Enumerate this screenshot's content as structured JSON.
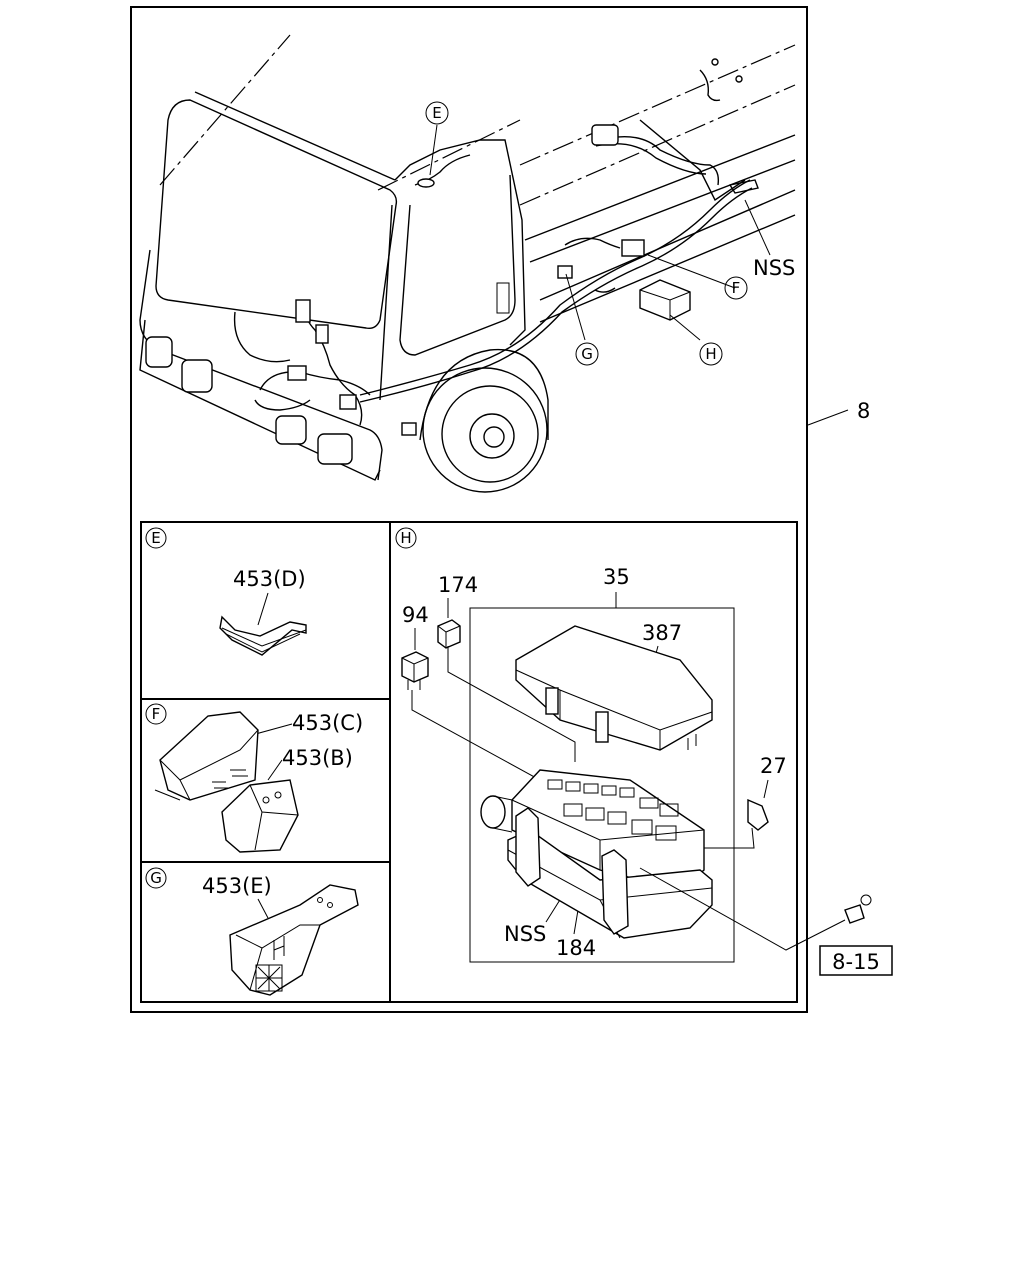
{
  "callouts": {
    "e": "E",
    "f": "F",
    "g": "G",
    "h": "H",
    "nss_main": "NSS",
    "assembly": "8"
  },
  "panels": {
    "e": {
      "tag": "E",
      "part": "453(D)"
    },
    "f": {
      "tag": "F",
      "part_c": "453(C)",
      "part_b": "453(B)"
    },
    "g": {
      "tag": "G",
      "part": "453(E)"
    },
    "h": {
      "tag": "H",
      "parts": {
        "p35": "35",
        "p174": "174",
        "p94": "94",
        "p387": "387",
        "p27": "27",
        "nss": "NSS",
        "p184": "184"
      }
    }
  },
  "reference": "8-15"
}
